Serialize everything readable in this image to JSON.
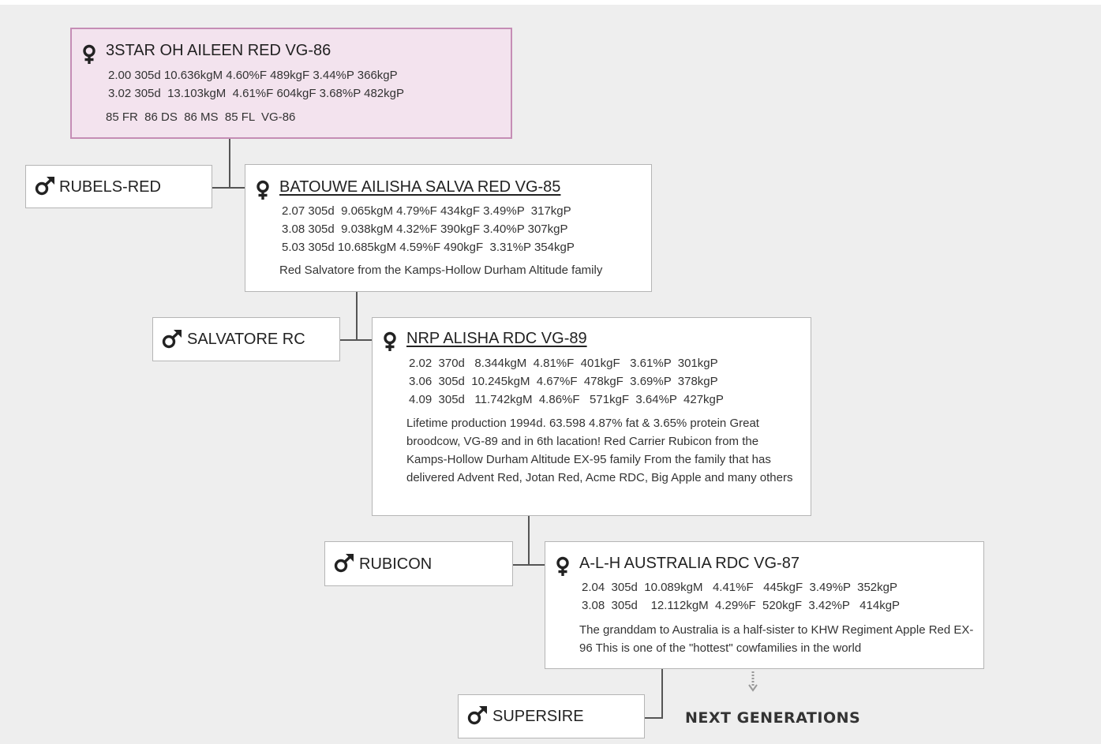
{
  "dam0": {
    "name": "3STAR OH AILEEN RED VG-86",
    "stats": [
      "2.00 305d 10.636kgM 4.60%F 489kgF 3.44%P 366kgP",
      "3.02 305d  13.103kgM  4.61%F 604kgF 3.68%P 482kgP"
    ],
    "classification": "85 FR  86 DS  86 MS  85 FL  VG-86"
  },
  "sire1": {
    "name": "RUBELS-RED"
  },
  "dam1": {
    "name": "BATOUWE AILISHA SALVA RED VG-85",
    "stats": [
      "2.07 305d  9.065kgM 4.79%F 434kgF 3.49%P  317kgP",
      "3.08 305d  9.038kgM 4.32%F 390kgF 3.40%P 307kgP",
      "5.03 305d 10.685kgM 4.59%F 490kgF  3.31%P 354kgP"
    ],
    "description": "Red Salvatore from the Kamps-Hollow Durham Altitude family"
  },
  "sire2": {
    "name": "SALVATORE RC"
  },
  "dam2": {
    "name": "NRP ALISHA RDC VG-89",
    "stats": [
      "2.02  370d   8.344kgM  4.81%F  401kgF   3.61%P  301kgP",
      "3.06  305d  10.245kgM  4.67%F  478kgF  3.69%P  378kgP",
      "4.09  305d   11.742kgM  4.86%F   571kgF  3.64%P  427kgP"
    ],
    "description": "Lifetime production 1994d. 63.598 4.87% fat & 3.65% protein Great broodcow, VG-89 and in 6th lacation! Red Carrier Rubicon from the Kamps-Hollow Durham Altitude EX-95 family From the family that has delivered Advent Red, Jotan Red, Acme RDC, Big Apple and many others"
  },
  "sire3": {
    "name": "RUBICON"
  },
  "dam3": {
    "name": "A-L-H AUSTRALIA RDC VG-87",
    "stats": [
      "2.04  305d  10.089kgM   4.41%F   445kgF  3.49%P  352kgP",
      "3.08  305d    12.112kgM  4.29%F  520kgF  3.42%P   414kgP"
    ],
    "description": "The granddam to Australia is a half-sister to KHW Regiment Apple Red EX-96 This is one of the \"hottest\" cowfamilies in the world"
  },
  "sire4": {
    "name": "SUPERSIRE"
  },
  "next_generations_label": "NEXT GENERATIONS",
  "icons": {
    "female": "female-icon",
    "male": "male-icon",
    "arrow": "dotted-arrow-down-icon"
  }
}
